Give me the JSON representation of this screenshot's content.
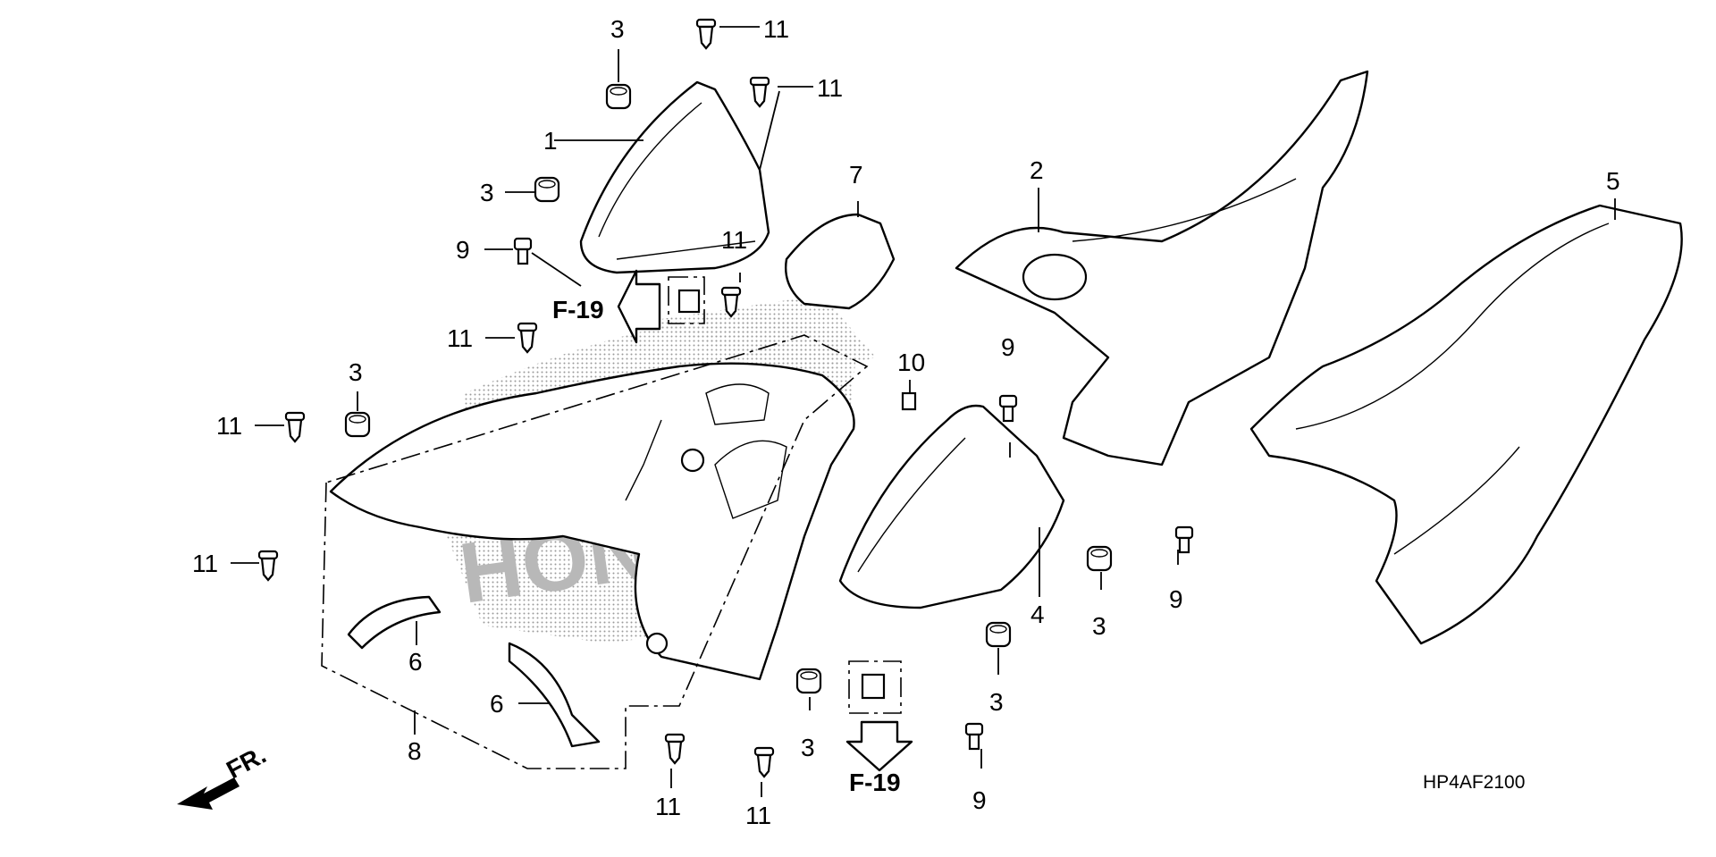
{
  "diagram": {
    "code": "HP4AF2100",
    "ref_upper": "F-19",
    "ref_lower": "F-19",
    "front_mark": "FR.",
    "watermark": "HONDA",
    "callouts": {
      "c1": "1",
      "c2": "2",
      "c3a": "3",
      "c3b": "3",
      "c3c": "3",
      "c3d": "3",
      "c3e": "3",
      "c3f": "3",
      "c4": "4",
      "c5": "5",
      "c6a": "6",
      "c6b": "6",
      "c7": "7",
      "c8": "8",
      "c9a": "9",
      "c9b": "9",
      "c9c": "9",
      "c9d": "9",
      "c10": "10",
      "c11a": "11",
      "c11b": "11",
      "c11c": "11",
      "c11d": "11",
      "c11e": "11",
      "c11f": "11",
      "c11g": "11",
      "c11h": "11"
    }
  }
}
